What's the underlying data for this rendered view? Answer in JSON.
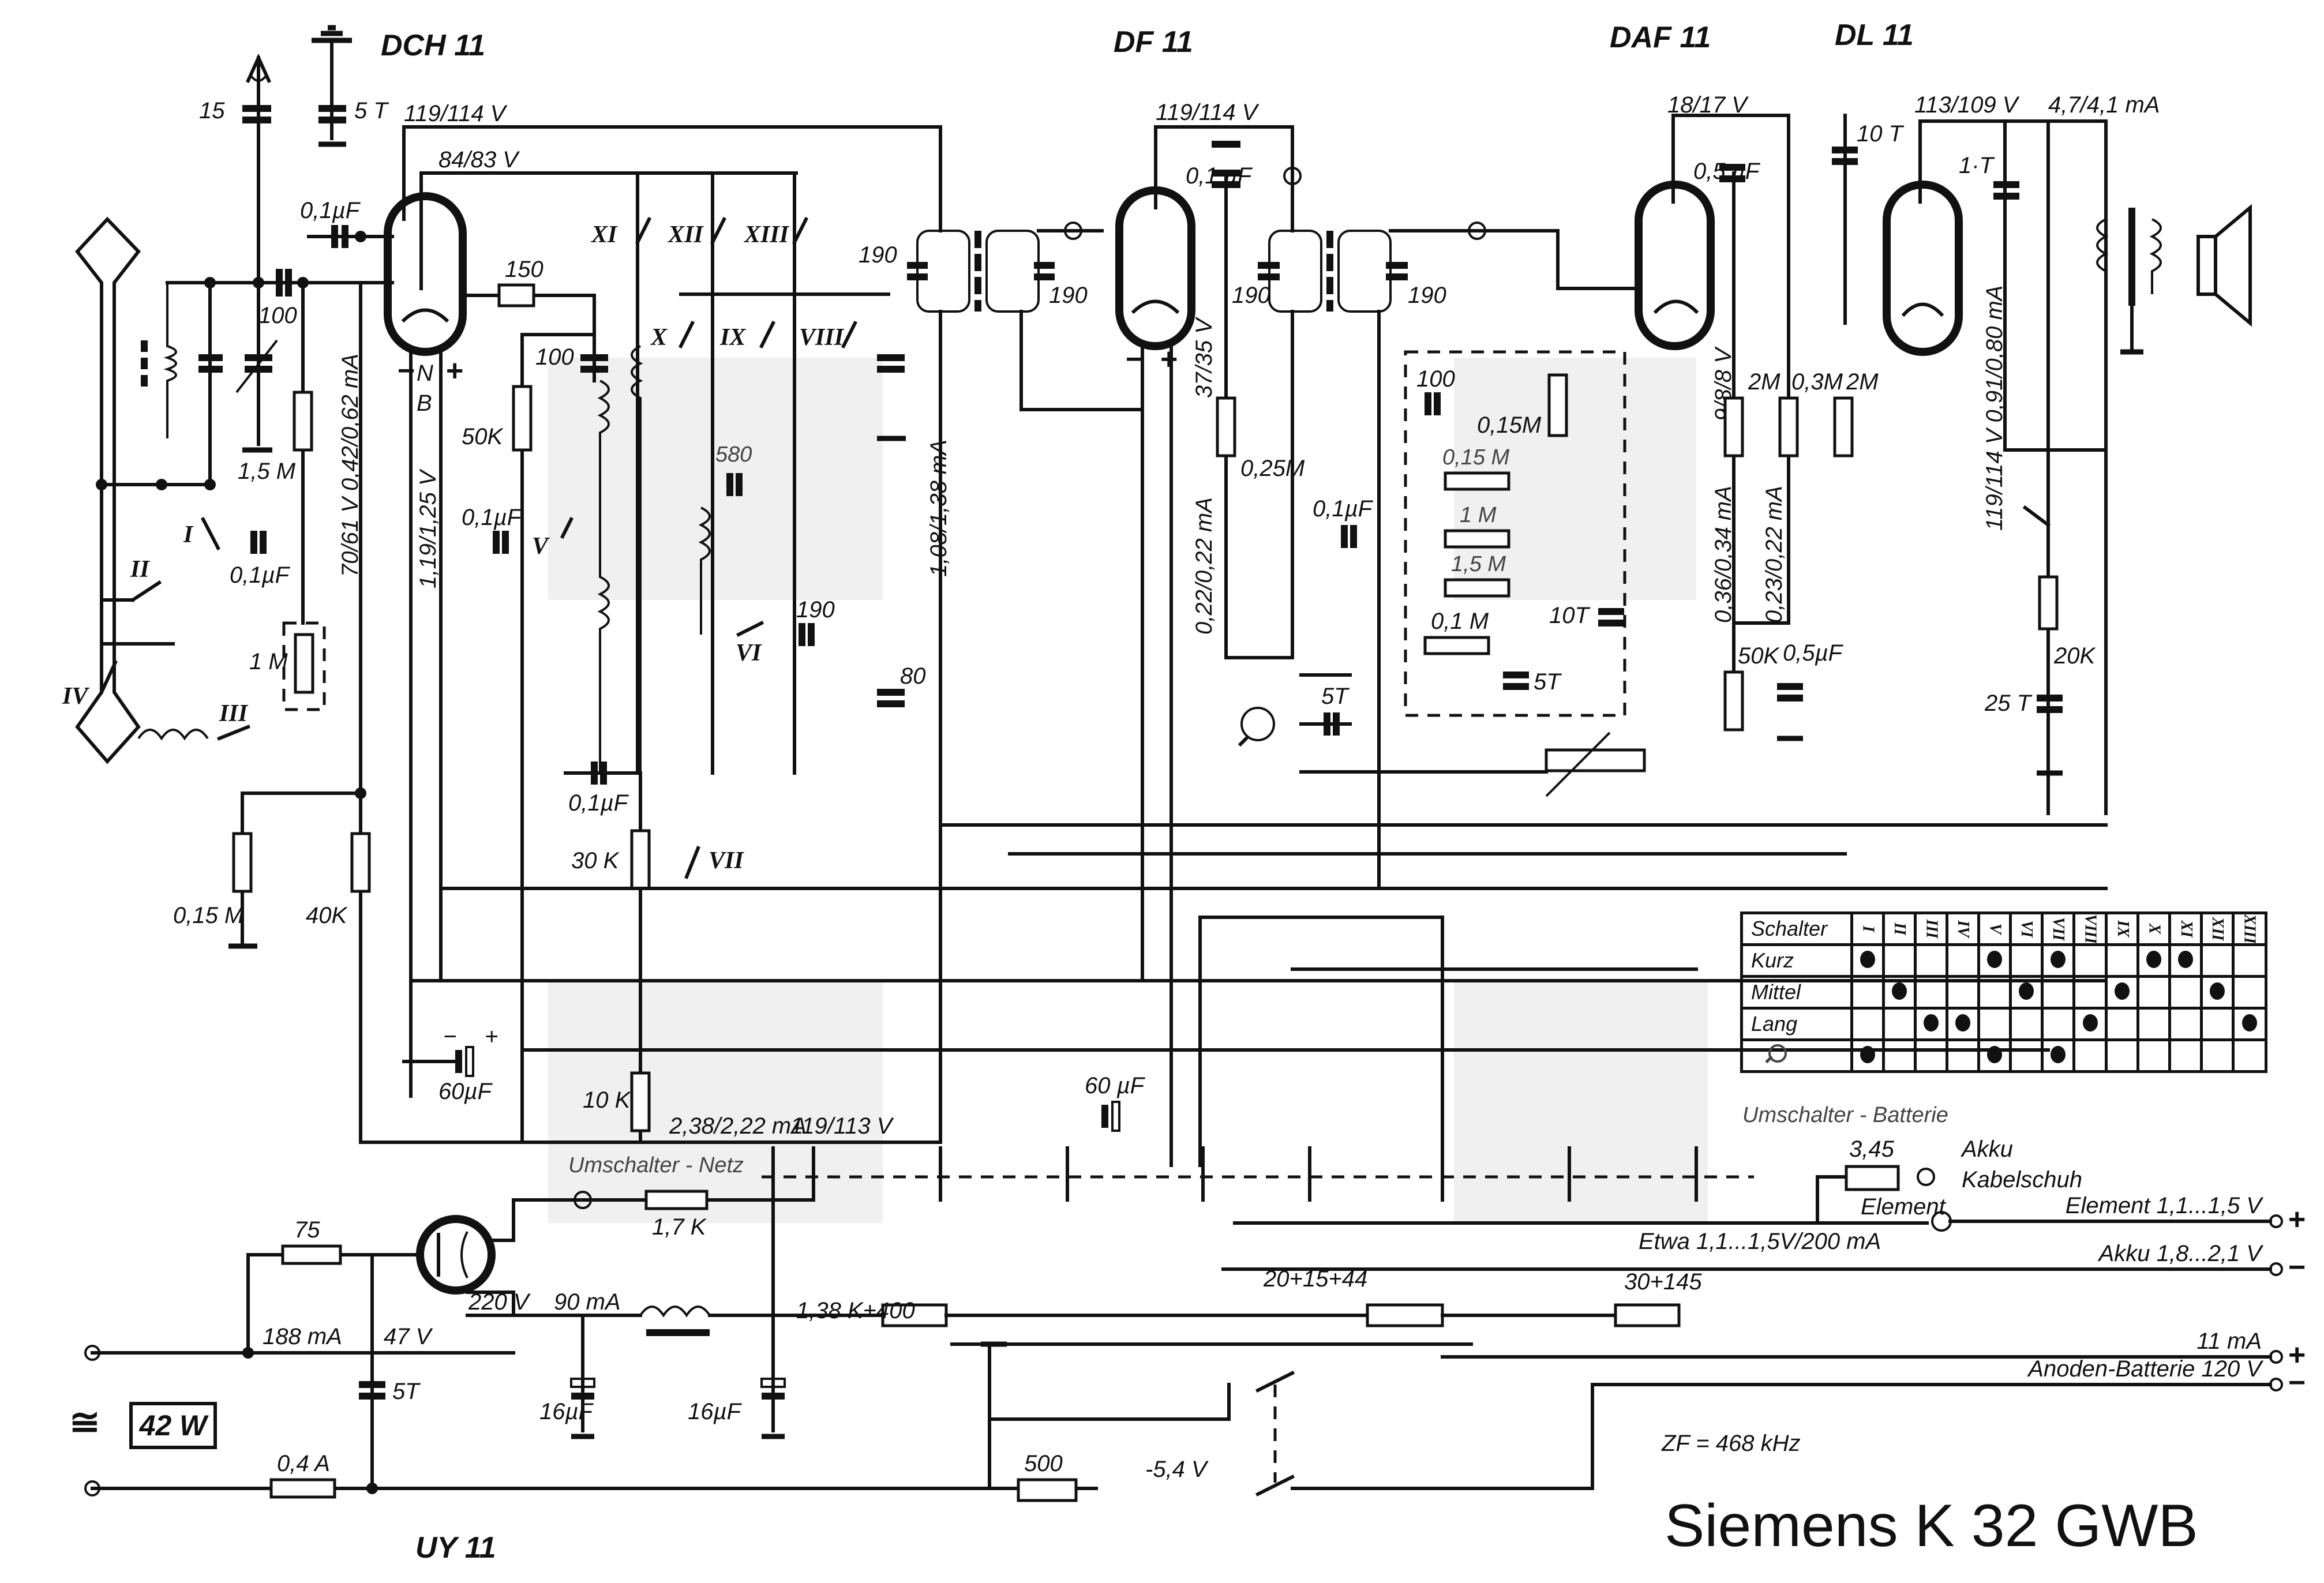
{
  "title": "Siemens K 32 GWB",
  "tubes": [
    {
      "id": "DCH 11",
      "label": "DCH 11"
    },
    {
      "id": "DF 11",
      "label": "DF 11"
    },
    {
      "id": "DAF 11",
      "label": "DAF 11"
    },
    {
      "id": "DL 11",
      "label": "DL 11"
    },
    {
      "id": "UY 11",
      "label": "UY 11"
    }
  ],
  "voltages": {
    "dch_anode": "119/114 V",
    "dch_screen": "84/83 V",
    "dch_grid_current": "70/61 V 0,42/0,62 mA",
    "dch_heater": "1,19/1,25 V",
    "dch_heater_n": "N",
    "dch_heater_b": "B",
    "df_anode": "119/114 V",
    "df_screen": "37/35 V",
    "df_current": "0,22/0,22 mA",
    "df_osc_current": "1,08/1,38 mA",
    "daf_anode": "18/17 V",
    "daf_screen": "9/8/8 V",
    "daf_current_1": "0,36/0,34 mA",
    "daf_current_2": "0,23/0,22 mA",
    "dl_anode": "113/109 V",
    "dl_current": "4,7/4,1 mA",
    "dl_screen": "119/114 V 0,91/0,80 mA",
    "supply_current": "2,38/2,22 mA",
    "supply_voltage": "119/113 V",
    "rect_voltage": "220 V",
    "rect_current": "90 mA",
    "mains_current": "188 mA",
    "heater_voltage": "47 V",
    "bias_voltage": "-5,4 V"
  },
  "components": {
    "antenna_cap": "15",
    "earth_cap": "5 T",
    "c_01_dch": "0,1µF",
    "c_100_in": "100",
    "r_150": "150",
    "c_100_osc": "100",
    "r_50k": "50K",
    "c_01_osc": "0,1µF",
    "r_15m": "1,5 M",
    "c_01_agc": "0,1µF",
    "r_1m": "1 M",
    "r_015m": "0,15 M",
    "r_40k": "40K",
    "c_580": "580",
    "c_190_osc": "190",
    "c_80": "80",
    "c_01_b": "0,1µF",
    "r_30k": "30 K",
    "r_10k": "10 K",
    "c_60uf_a": "60µF",
    "c_60uf_b": "60 µF",
    "if1_c1": "190",
    "if1_c2": "190",
    "df_c01": "0,1 µF",
    "r_025m": "0,25M",
    "if2_c1": "190",
    "if2_c2": "190",
    "det_c100": "100",
    "det_r015m_a": "0,15M",
    "det_r015m_b": "0,15 M",
    "det_r1m": "1 M",
    "det_r15m": "1,5 M",
    "det_r01m": "0,1 M",
    "det_c5t": "5T",
    "det_c10t": "10T",
    "det_c01": "0,1µF",
    "pickup_c5t": "5T",
    "daf_c05": "0,5 µF",
    "daf_r2m_a": "2M",
    "daf_r03m": "0,3M",
    "daf_r2m_b": "2M",
    "daf_r50k": "50K",
    "daf_c05b": "0,5µF",
    "dl_c10t": "10 T",
    "dl_c1t": "1·T",
    "dl_r20k": "20K",
    "dl_c25t": "25 T",
    "r_75": "75",
    "r_17k": "1,7 K",
    "c_5t_mains": "5T",
    "c_16uf_a": "16µF",
    "c_16uf_b": "16µF",
    "fuse": "0,4 A",
    "r_138k": "1,38 K+400",
    "r_500": "500",
    "r_201544": "20+15+44",
    "r_30145": "30+145",
    "r_345": "3,45"
  },
  "switch_labels": [
    "I",
    "II",
    "III",
    "IV",
    "V",
    "VI",
    "VII",
    "VIII",
    "IX",
    "X",
    "XI",
    "XII",
    "XIII"
  ],
  "annotations": {
    "umschalter_netz": "Umschalter - Netz",
    "umschalter_batterie": "Umschalter - Batterie",
    "akku_label": "Akku",
    "kabelschuh": "Kabelschuh",
    "element_label": "Element",
    "etwa": "Etwa 1,1...1,5V/200 mA",
    "zf": "ZF = 468 kHz",
    "power": "42 W",
    "ac_symbol": "≅"
  },
  "terminals": [
    {
      "label": "Element 1,1...1,5 V",
      "polarity": "+"
    },
    {
      "label": "Akku 1,8...2,1 V",
      "polarity": "−"
    },
    {
      "label": "11 mA",
      "polarity": "+"
    },
    {
      "label": "Anoden-Batterie 120 V",
      "polarity": "−"
    }
  ],
  "switch_table": {
    "header": "Schalter",
    "columns": [
      "I",
      "II",
      "III",
      "IV",
      "V",
      "VI",
      "VII",
      "VIII",
      "IX",
      "X",
      "XI",
      "XII",
      "XIII"
    ],
    "rows": [
      {
        "label": "Kurz",
        "on": [
          true,
          false,
          false,
          false,
          true,
          false,
          true,
          false,
          false,
          true,
          true,
          false,
          false
        ]
      },
      {
        "label": "Mittel",
        "on": [
          false,
          true,
          false,
          false,
          false,
          true,
          false,
          false,
          true,
          false,
          false,
          true,
          false
        ]
      },
      {
        "label": "Lang",
        "on": [
          false,
          false,
          true,
          true,
          false,
          false,
          false,
          true,
          false,
          false,
          false,
          false,
          true
        ]
      },
      {
        "label": "",
        "icon": "pickup-icon",
        "on": [
          true,
          false,
          false,
          false,
          true,
          false,
          true,
          false,
          false,
          false,
          false,
          false,
          false
        ]
      }
    ]
  }
}
